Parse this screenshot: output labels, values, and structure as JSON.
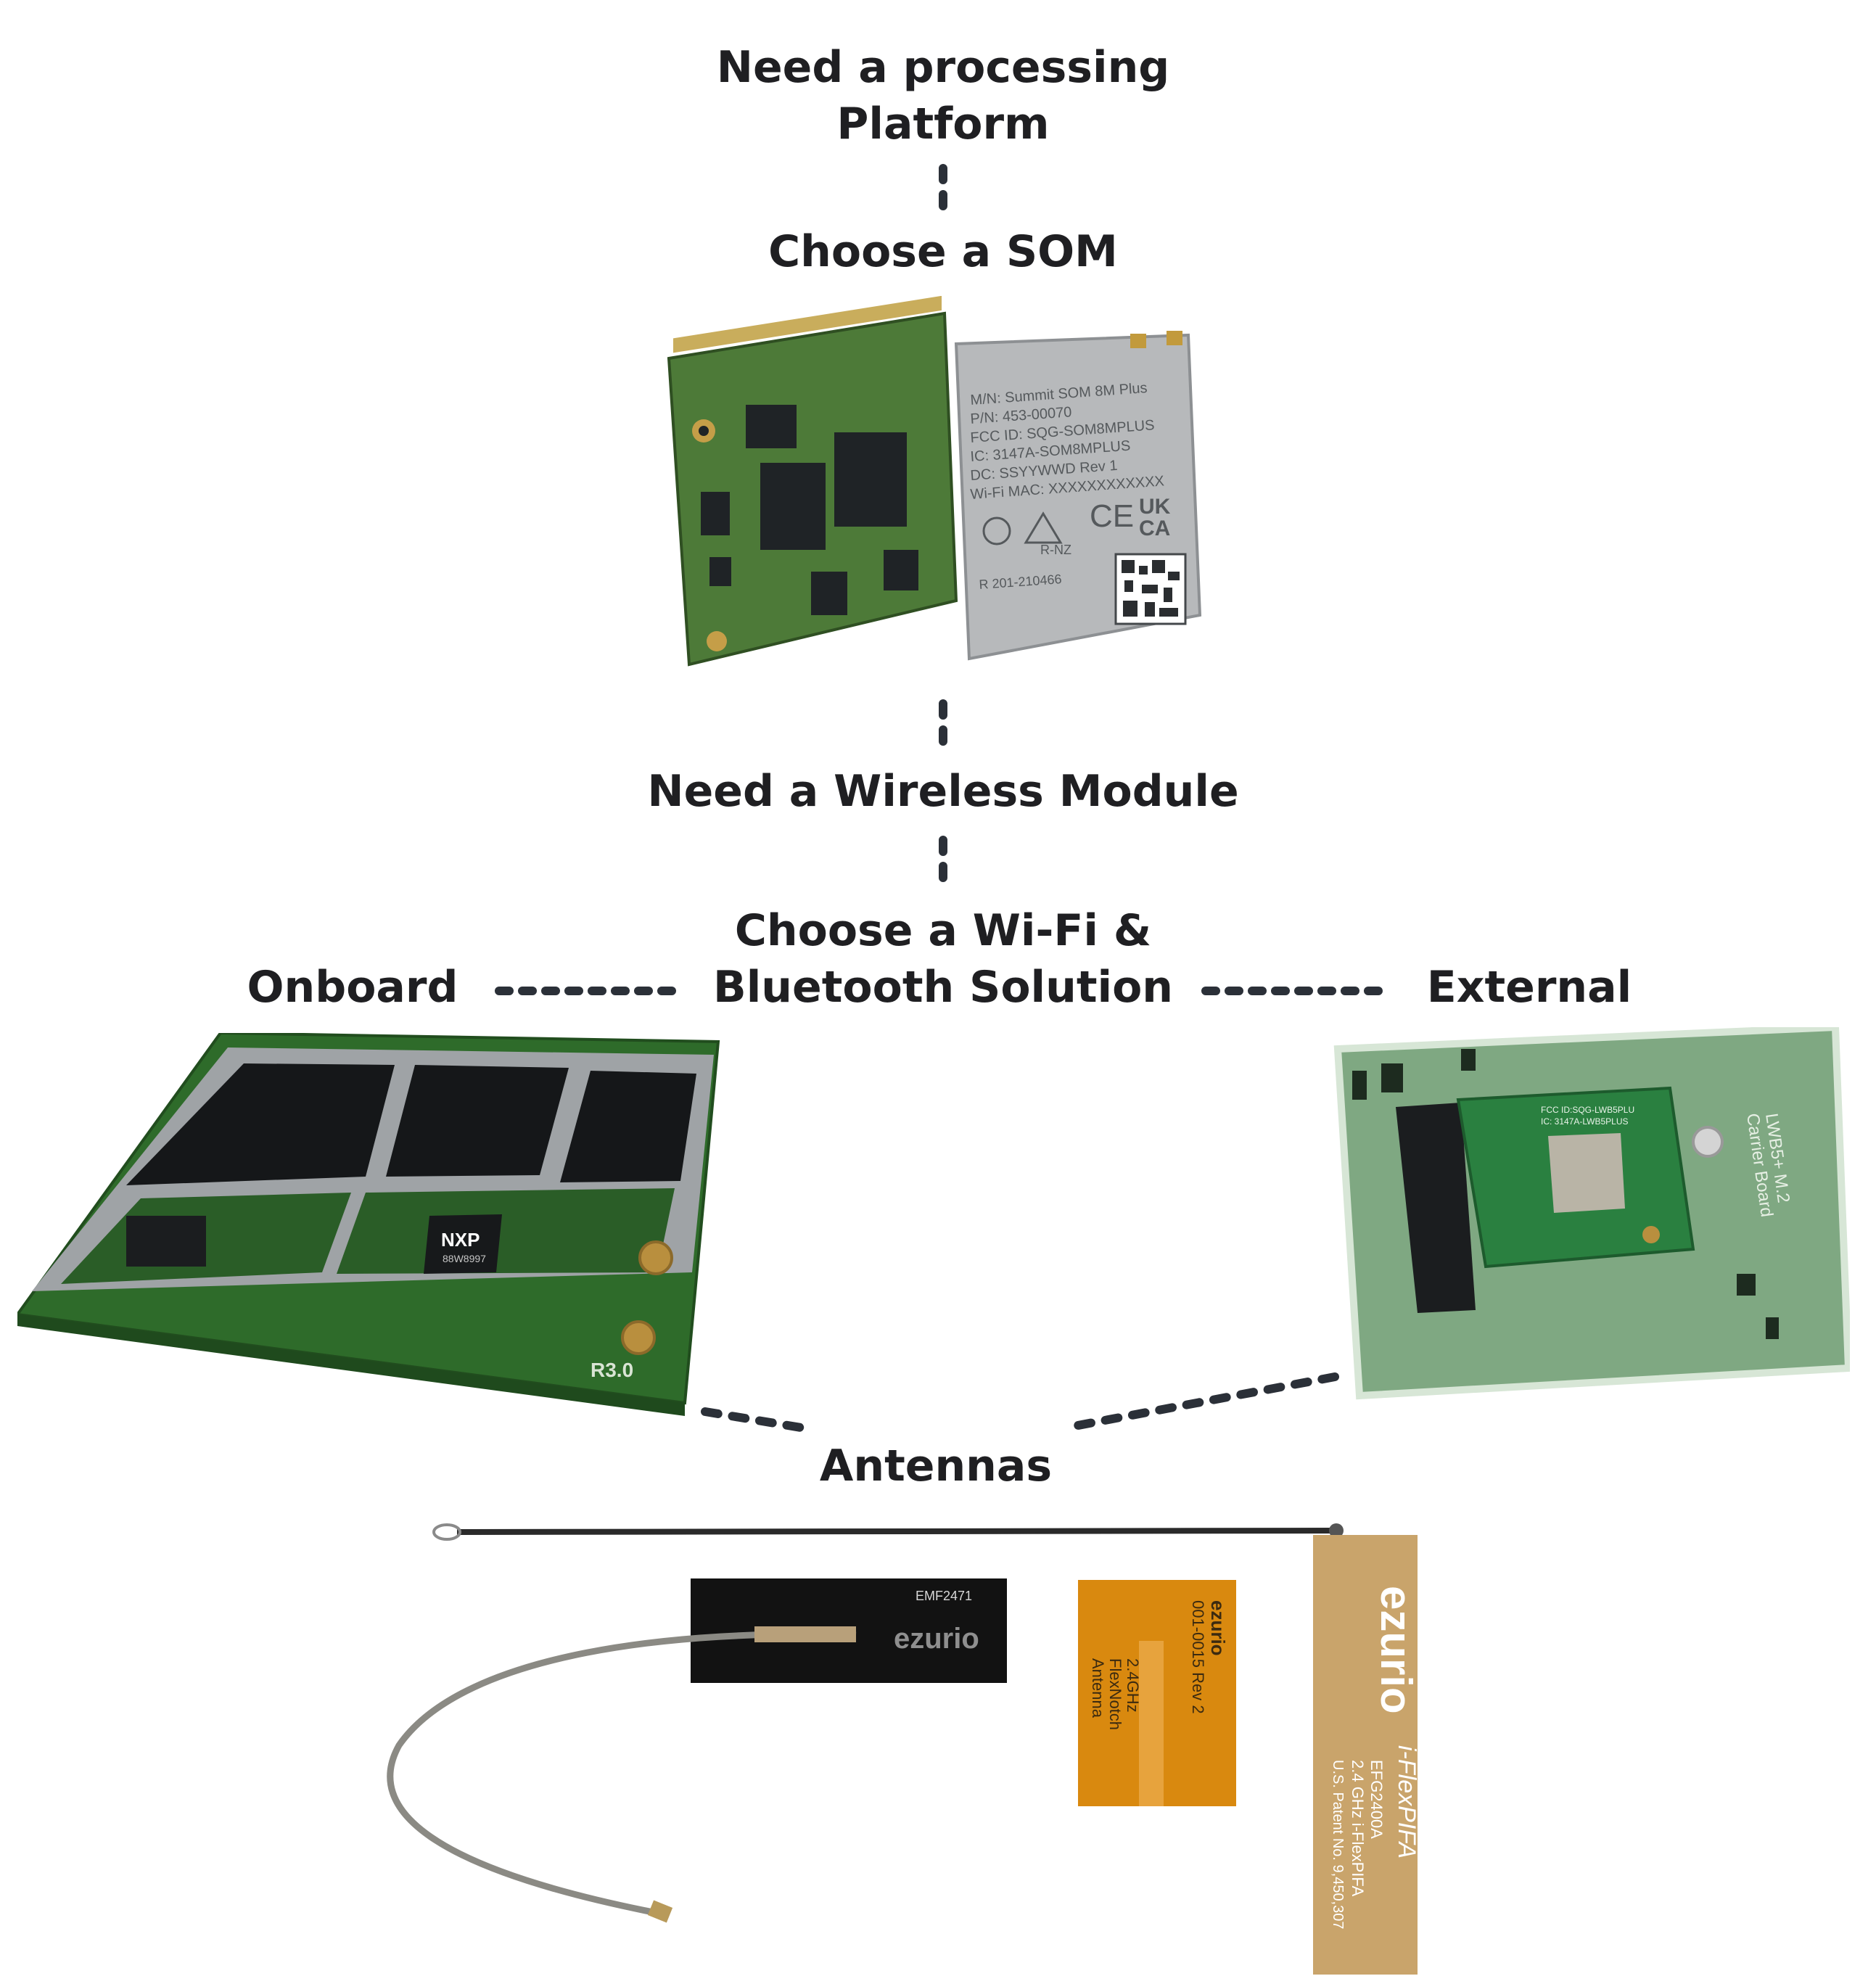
{
  "steps": {
    "processing": "Need a processing\nPlatform",
    "som": "Choose a SOM",
    "wireless": "Need a Wireless Module",
    "wifi_bt": "Choose a Wi-Fi &\nBluetooth Solution",
    "onboard": "Onboard",
    "external": "External",
    "antennas": "Antennas"
  },
  "som_label": {
    "mn": "M/N: Summit SOM 8M Plus",
    "pn": "P/N: 453-00070",
    "fcc": "FCC ID: SQG-SOM8MPLUS",
    "ic": "IC: 3147A-SOM8MPLUS",
    "dc": "DC: SSYYWWD    Rev 1",
    "mac": "Wi-Fi MAC: XXXXXXXXXXXX",
    "rnz": "R-NZ",
    "ce": "CE",
    "ukca": "UK\nCA",
    "cert": "R 201-210466"
  },
  "onboard_board": {
    "chip_brand": "NXP",
    "chip_part": "88W8997",
    "rev": "R3.0"
  },
  "external_board": {
    "carrier_label": "LWB5+ M.2\nCarrier Board",
    "module_fcc": "FCC ID:SQG-LWB5PLU",
    "module_ic": "IC: 3147A-LWB5PLUS"
  },
  "antenna_black": {
    "model": "EMF2471",
    "brand": "ezurio"
  },
  "antenna_orange": {
    "brand": "ezurio",
    "part": "001-0015 Rev 2",
    "freq": "2.4GHz",
    "name": "FlexNotch",
    "kind": "Antenna"
  },
  "antenna_gold": {
    "brand": "ezurio",
    "series": "i-FlexPIFA",
    "part": "EFG2400A",
    "desc": "2.4 GHz i-FlexPIFA",
    "patent": "U.S. Patent No. 9,450,307"
  },
  "colors": {
    "text": "#1f1f22",
    "connector": "#2b3038",
    "pcb_green": "#2f7a2c",
    "shield_metal": "#b9bcbf",
    "kapton_orange": "#d9890f",
    "gold_antenna": "#c9a46b"
  }
}
